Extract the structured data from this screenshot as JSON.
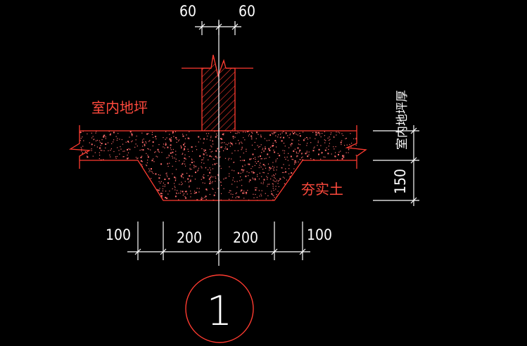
{
  "drawing": {
    "top_dims": [
      "60",
      "60"
    ],
    "bottom_dims": [
      "100",
      "200",
      "200",
      "100"
    ],
    "side_dim": "150",
    "label_indoor_floor": "室内地坪",
    "label_compacted_soil": "夯实土",
    "label_vertical": "室内地坪厚",
    "detail_number": "1",
    "colors": {
      "background": "#000000",
      "lines": "#ff3b30",
      "dimension_text": "#ffffff",
      "concrete_speckle": "#ff6b6b",
      "hatch": "#ff3b30"
    }
  }
}
